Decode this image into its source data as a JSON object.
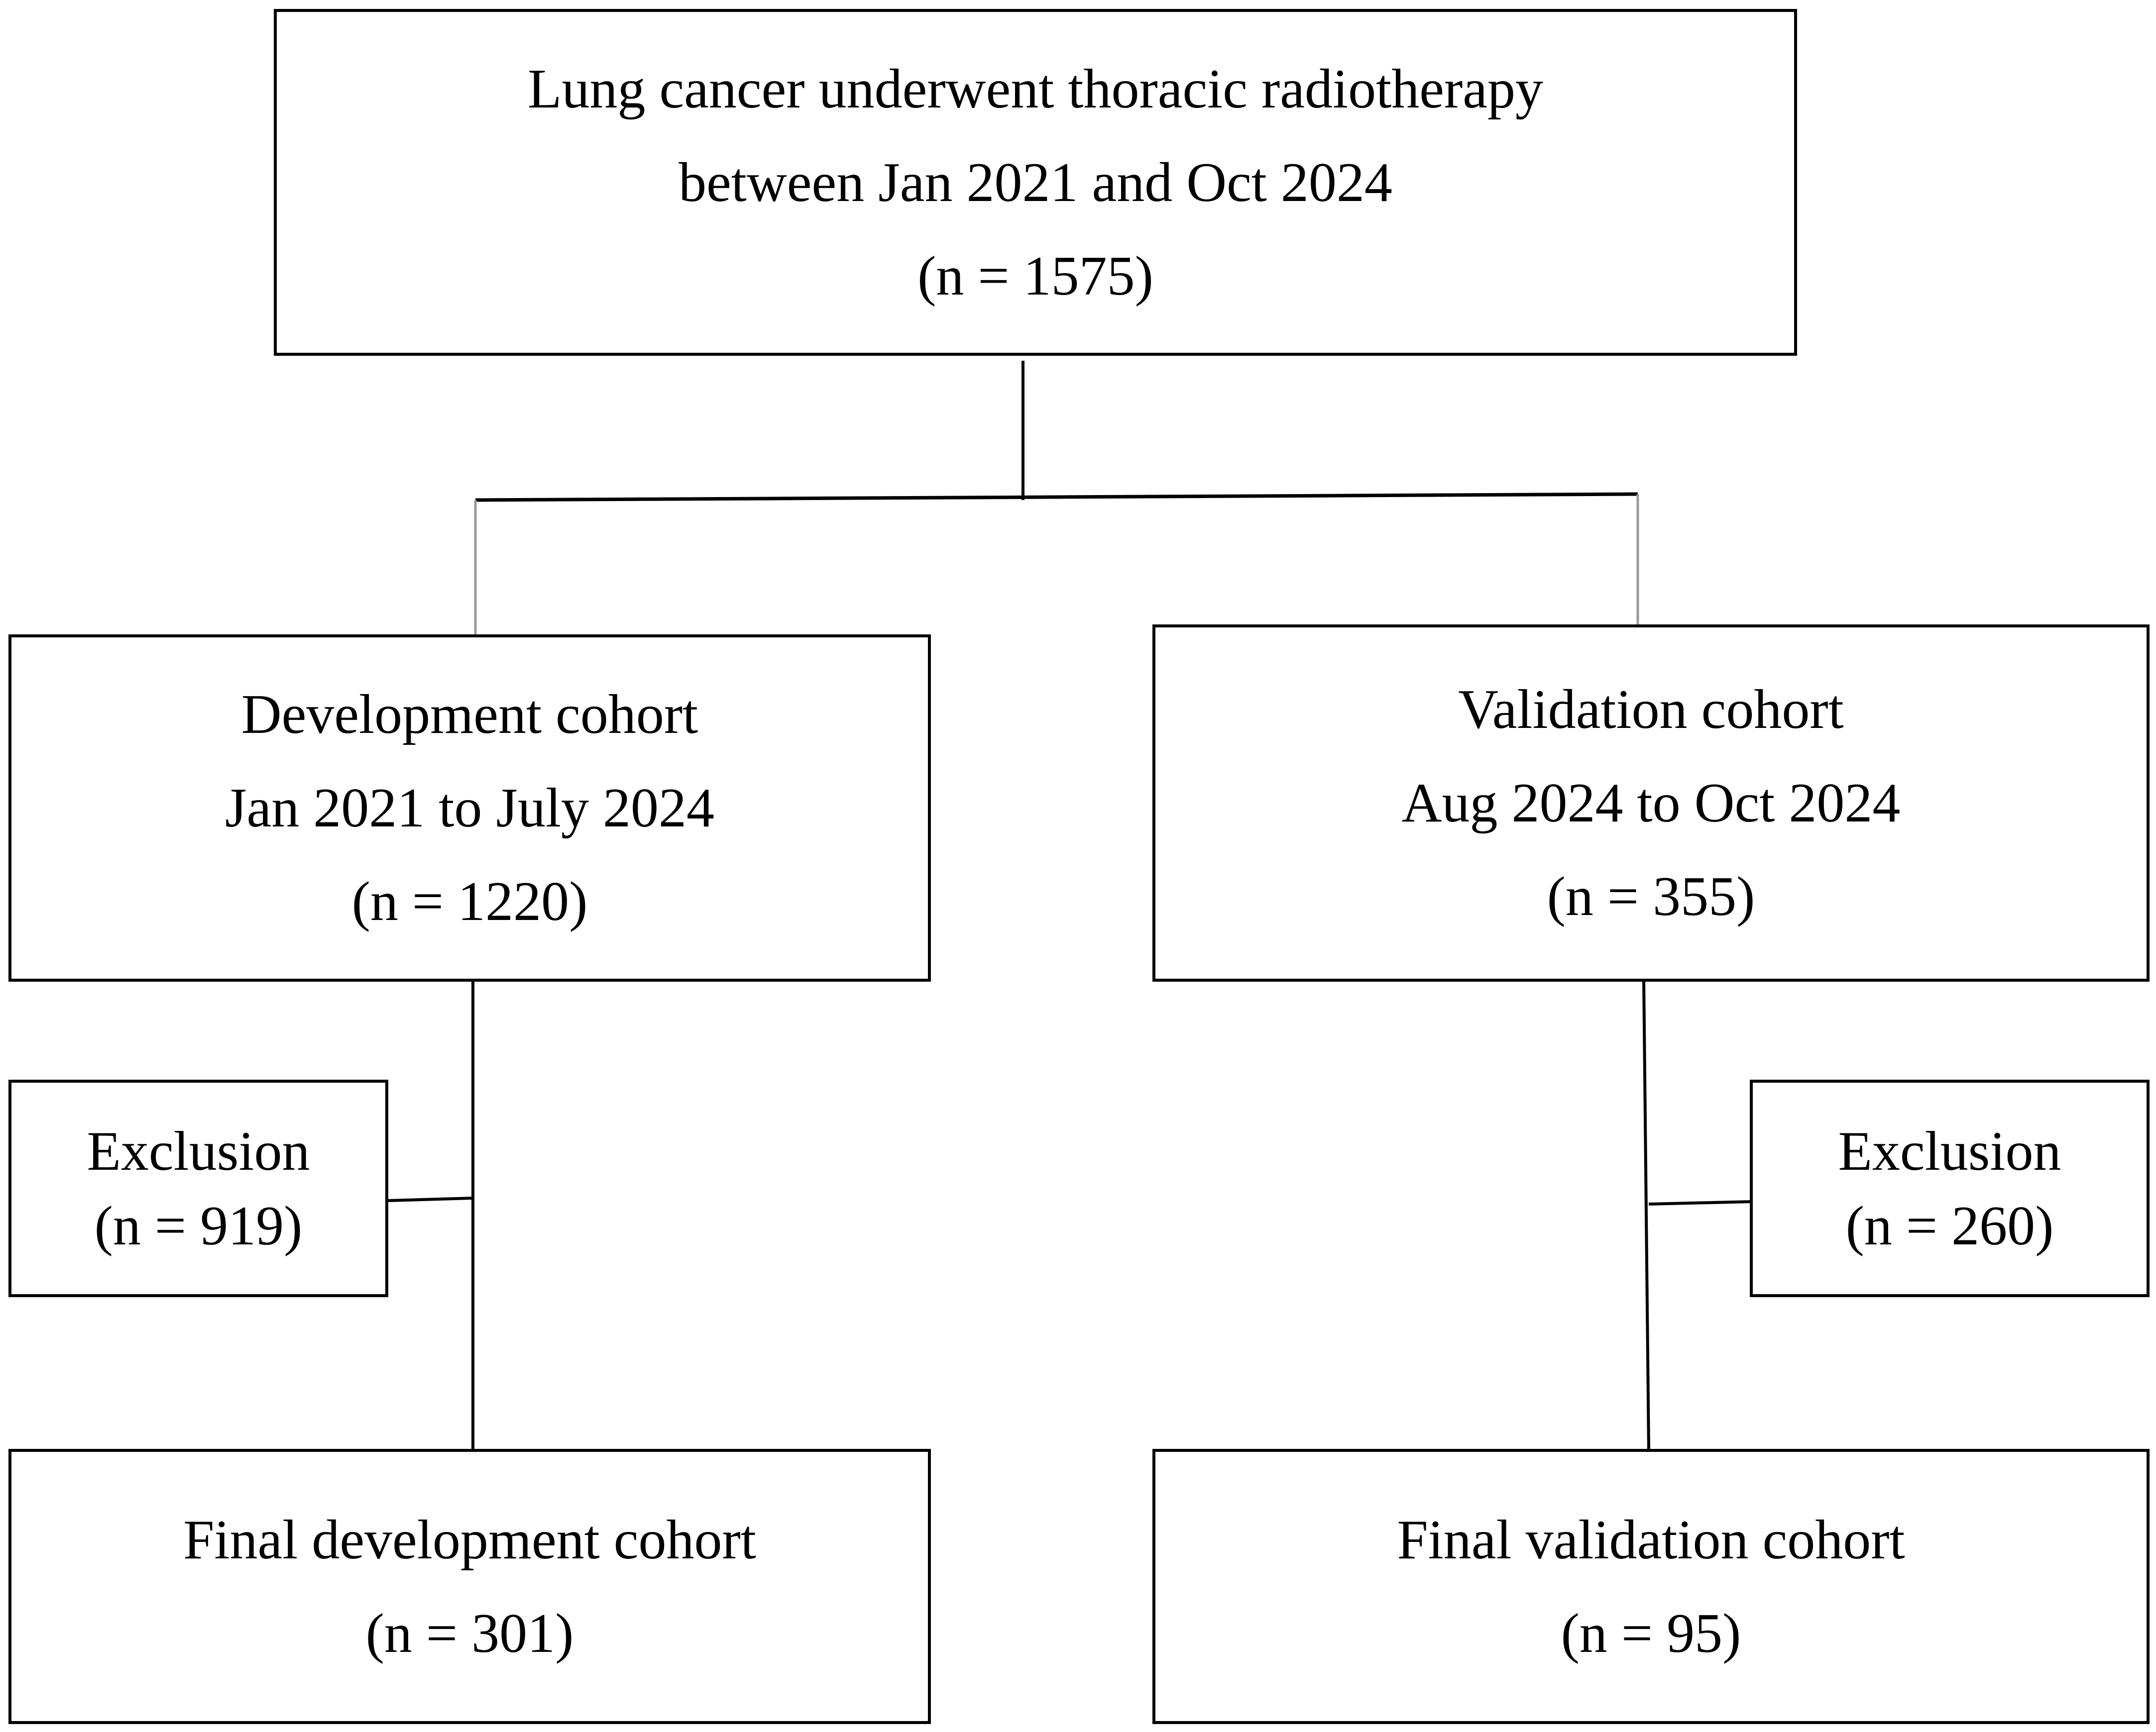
{
  "flowchart": {
    "source": {
      "lines": [
        "Lung cancer underwent thoracic radiotherapy",
        "between Jan 2021 and Oct 2024",
        "(n = 1575)"
      ]
    },
    "development": {
      "lines": [
        "Development cohort",
        "Jan 2021 to July 2024",
        "(n = 1220)"
      ]
    },
    "validation": {
      "lines": [
        "Validation cohort",
        "Aug 2024 to Oct 2024",
        "(n = 355)"
      ]
    },
    "development_exclusion": {
      "lines": [
        "Exclusion",
        "(n = 919)"
      ]
    },
    "validation_exclusion": {
      "lines": [
        "Exclusion",
        "(n = 260)"
      ]
    },
    "final_development": {
      "lines": [
        "Final development cohort",
        "(n = 301)"
      ]
    },
    "final_validation": {
      "lines": [
        "Final validation cohort",
        "(n = 95)"
      ]
    }
  },
  "colors": {
    "line": "#000000",
    "faint_line": "#9a9a9a",
    "background": "#ffffff"
  }
}
